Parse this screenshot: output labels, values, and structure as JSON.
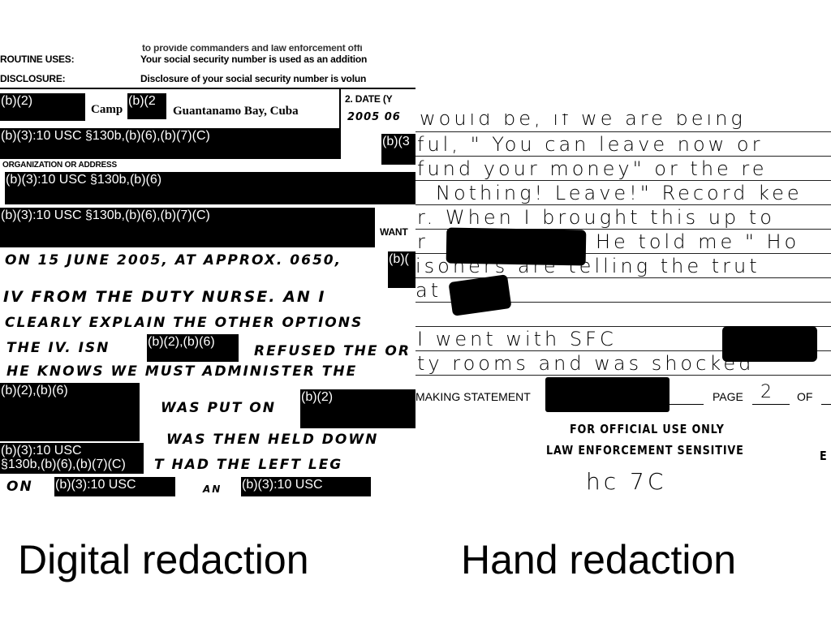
{
  "left_panel": {
    "caption": "Digital redaction",
    "header_partial": "to provide commanders and law enforcement offi",
    "routine_uses_label": "ROUTINE USES:",
    "routine_uses_text": "Your social security number is used as an addition",
    "disclosure_label": "DISCLOSURE:",
    "disclosure_text": "Disclosure of your social security number is volun",
    "location_prefix": "Camp",
    "location_text": "Guantanamo Bay, Cuba",
    "date_label": "2. DATE (Y",
    "date_value": "2005 06",
    "org_label": "ORGANIZATION OR ADDRESS",
    "want_label": "WANT",
    "redactions": [
      "(b)(2)",
      "(b)(2",
      "(b)(3):10 USC §130b,(b)(6),(b)(7)(C)",
      "(b)(3",
      "(b)(3):10 USC §130b,(b)(6)",
      "(b)(3):10 USC §130b,(b)(6),(b)(7)(C)",
      "(b)(",
      "(b)(2),(b)(6)",
      "(b)(2),(b)(6)",
      "(b)(2)",
      "(b)(3):10 USC",
      "§130b,(b)(6),(b)(7)(C)",
      "(b)(3):10 USC",
      "(b)(3):10 USC"
    ],
    "handwriting": {
      "line1": "ON 15 JUNE 2005, AT APPROX. 0650,",
      "line2": "IV FROM THE DUTY NURSE. AN I",
      "line3": "CLEARLY EXPLAIN THE OTHER OPTIONS",
      "line4a": "THE IV. ISN",
      "line4b": "REFUSED THE OR",
      "line5": "HE KNOWS WE MUST ADMINISTER THE",
      "line6": "WAS PUT ON",
      "line7": "WAS THEN HELD DOWN",
      "line8": "T HAD THE LEFT LEG",
      "line9a": "ON",
      "line9b": "AN"
    }
  },
  "right_panel": {
    "caption": "Hand redaction",
    "handwriting": [
      "would be, if we are being",
      "ful, \" You can leave now or",
      "fund your money\" or the re",
      "Nothing! Leave!\" Record kee",
      "r. When I brought this up to",
      "r",
      "He told me \" Ho",
      "isoners are telling the trut",
      "at",
      "I went with SFC",
      "ty rooms and was shocked"
    ],
    "footer_making_statement": "MAKING STATEMENT",
    "footer_page_label": "PAGE",
    "footer_page_value": "2",
    "footer_of_label": "OF",
    "stamp_line1": "FOR OFFICIAL USE ONLY",
    "stamp_line2": "LAW ENFORCEMENT SENSITIVE",
    "stamp_edge": "E",
    "bottom_note": "hc 7C"
  }
}
